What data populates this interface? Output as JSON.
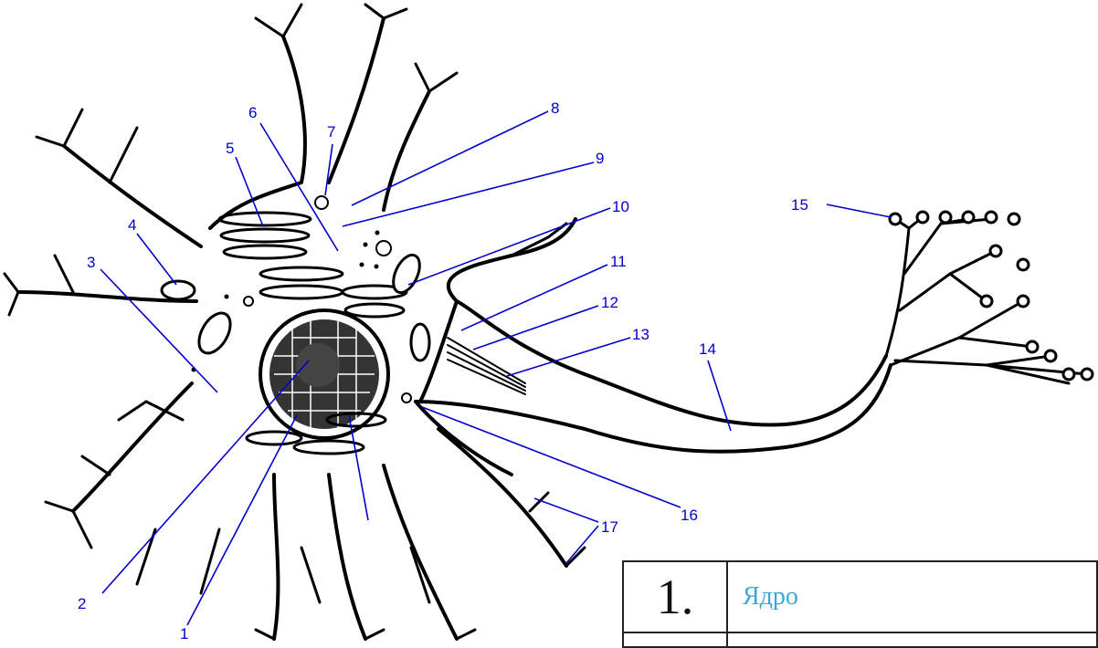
{
  "labels": [
    "1",
    "2",
    "3",
    "4",
    "5",
    "6",
    "7",
    "8",
    "9",
    "10",
    "11",
    "12",
    "13",
    "14",
    "15",
    "16",
    "17"
  ],
  "colors": {
    "label": "#0000cc",
    "answer_text": "#3aa8d8",
    "line": "#000000"
  },
  "table": {
    "rows": [
      {
        "number": "1.",
        "text": "Ядро"
      },
      {
        "number": "",
        "text": ""
      }
    ]
  }
}
